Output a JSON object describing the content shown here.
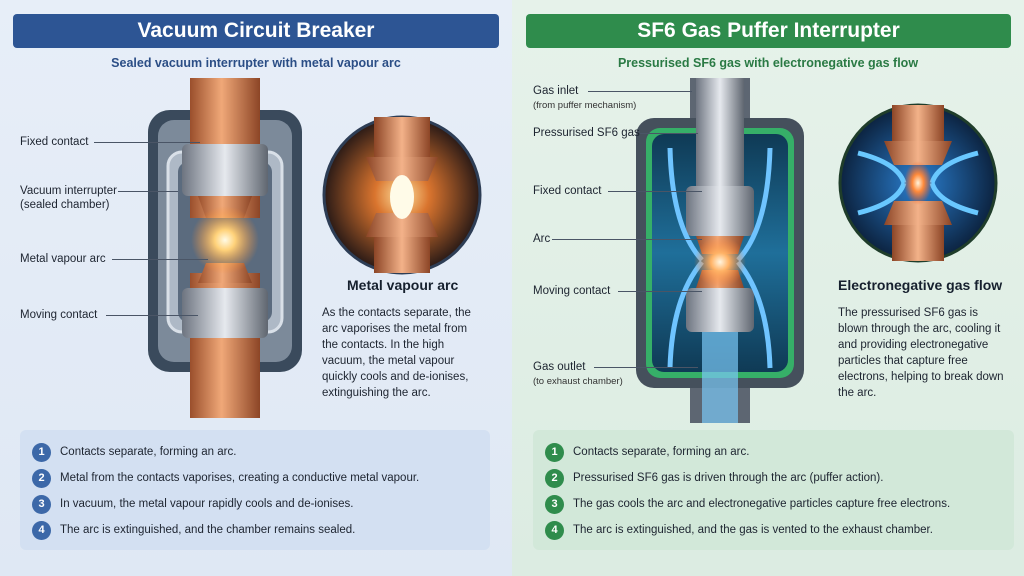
{
  "left": {
    "title": "Vacuum Circuit Breaker",
    "subtitle": "Sealed vacuum interrupter with metal vapour arc",
    "labels": {
      "fixed_contact": "Fixed contact",
      "vacuum_interrupter": "Vacuum interrupter",
      "vacuum_interrupter_sub": "(sealed chamber)",
      "metal_vapour_arc": "Metal vapour arc",
      "moving_contact": "Moving contact"
    },
    "side_title": "Metal vapour arc",
    "side_desc": "As the contacts separate, the arc vaporises the metal from the contacts. In the high vacuum, the metal vapour quickly cools and de-ionises, extinguishing the arc.",
    "steps": [
      {
        "n": "1",
        "text": "Contacts separate, forming an arc."
      },
      {
        "n": "2",
        "text": "Metal from the contacts vaporises, creating a conductive metal vapour."
      },
      {
        "n": "3",
        "text": "In vacuum, the metal vapour rapidly cools and de-ionises."
      },
      {
        "n": "4",
        "text": "The arc is extinguished, and the chamber remains sealed."
      }
    ]
  },
  "right": {
    "title": "SF6 Gas Puffer Interrupter",
    "subtitle": "Pressurised SF6 gas with electronegative gas flow",
    "labels": {
      "gas_inlet": "Gas inlet",
      "gas_inlet_sub": "(from puffer mechanism)",
      "pressurised_gas": "Pressurised SF6 gas",
      "fixed_contact": "Fixed contact",
      "arc": "Arc",
      "moving_contact": "Moving contact",
      "gas_outlet": "Gas outlet",
      "gas_outlet_sub": "(to exhaust chamber)"
    },
    "side_title": "Electronegative gas flow",
    "side_desc": "The pressurised SF6 gas is blown through the arc, cooling it and providing electronegative particles that capture free electrons, helping to break down the arc.",
    "steps": [
      {
        "n": "1",
        "text": "Contacts separate, forming an arc."
      },
      {
        "n": "2",
        "text": "Pressurised SF6 gas is driven through the arc (puffer action)."
      },
      {
        "n": "3",
        "text": "The gas cools the arc and electronegative particles capture free electrons."
      },
      {
        "n": "4",
        "text": "The arc is extinguished, and the gas is vented to the exhaust chamber."
      }
    ]
  },
  "colors": {
    "vcb_header": "#2d5594",
    "sf6_header": "#2f8c4c",
    "copper": "#c97a4e",
    "arc_glow": "#ffd27a",
    "gas_flow": "#3aa0f0"
  }
}
